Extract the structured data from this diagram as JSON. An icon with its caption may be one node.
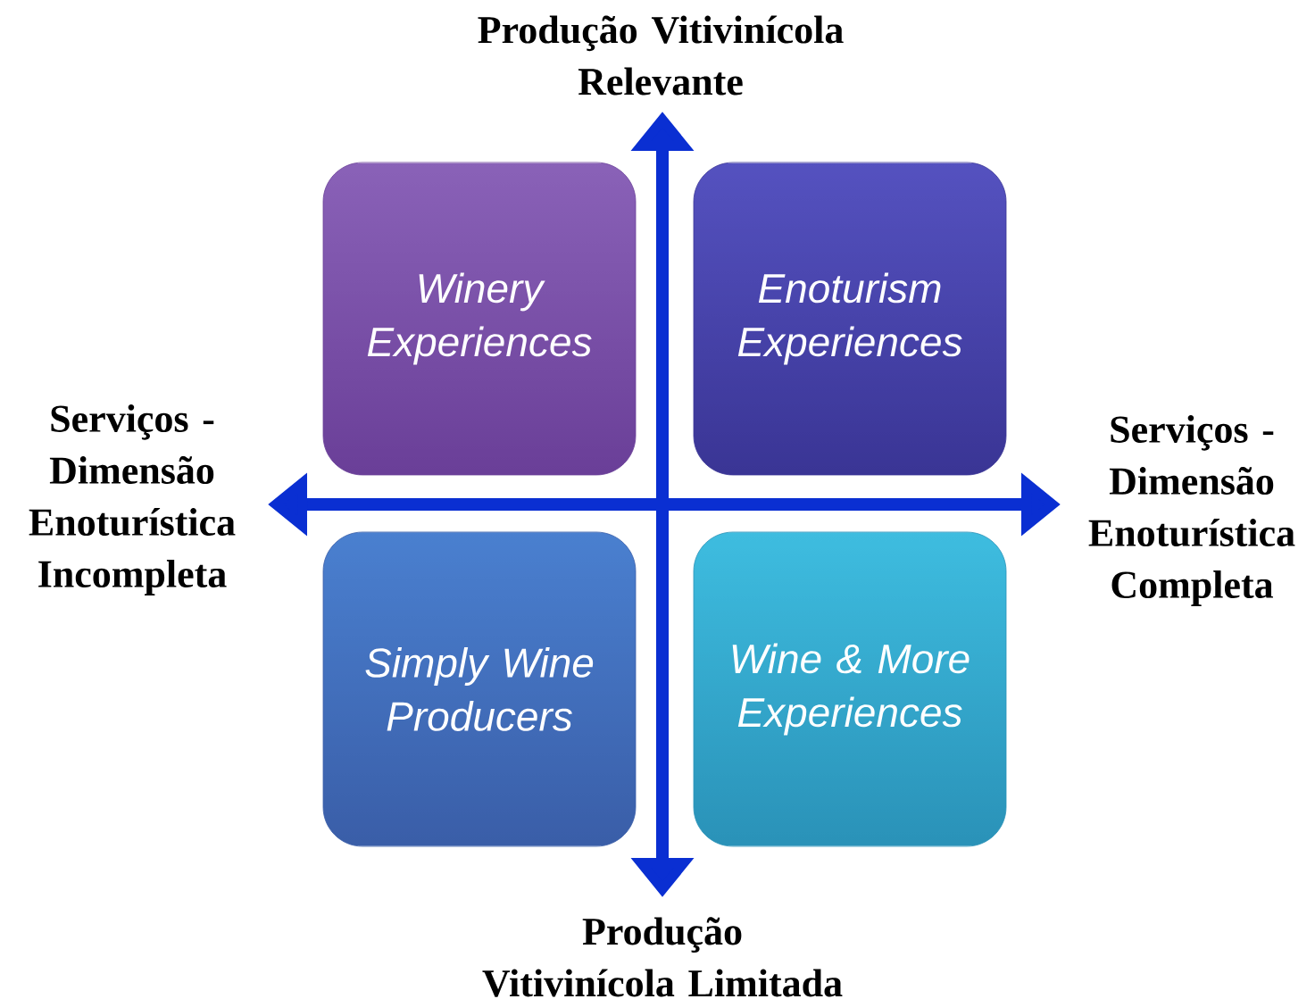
{
  "diagram": {
    "nodes": [
      {
        "text": [
          "Winery Experiences"
        ]
      },
      {
        "text": [
          "Enoturism Experiences"
        ]
      },
      {
        "text": [
          "Simply Wine Producers"
        ]
      },
      {
        "text": [
          "Wine & More Experiences"
        ]
      }
    ],
    "labels": [
      "Produção Vitivinícola Relevante",
      "Serviços - Dimensão Enoturística Incompleta",
      "Serviços - Dimensão Enoturística Completa",
      "Produção Vitivinícola Limitada"
    ]
  }
}
